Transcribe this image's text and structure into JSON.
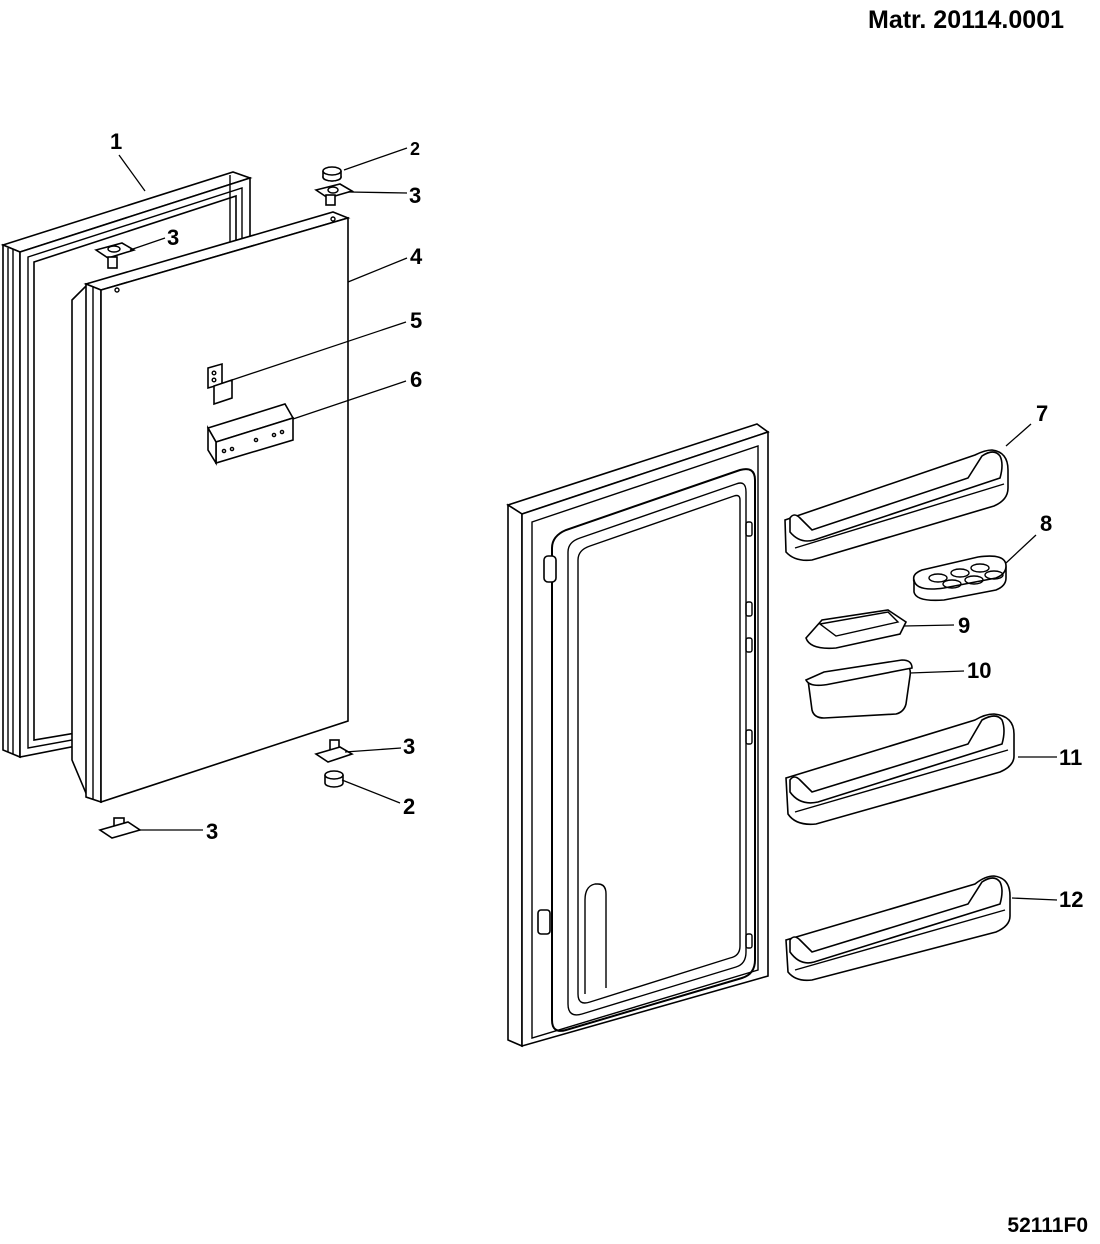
{
  "header": {
    "matr": "Matr. 20114.0001"
  },
  "footer": {
    "code": "52111F0"
  },
  "callouts": {
    "c1": "1",
    "c2_top": "2",
    "c3_top_right": "3",
    "c3_top_left": "3",
    "c4": "4",
    "c5": "5",
    "c6": "6",
    "c3_bottom_right": "3",
    "c2_bottom": "2",
    "c3_bottom_left": "3",
    "c7": "7",
    "c8": "8",
    "c9": "9",
    "c10": "10",
    "c11": "11",
    "c12": "12"
  }
}
